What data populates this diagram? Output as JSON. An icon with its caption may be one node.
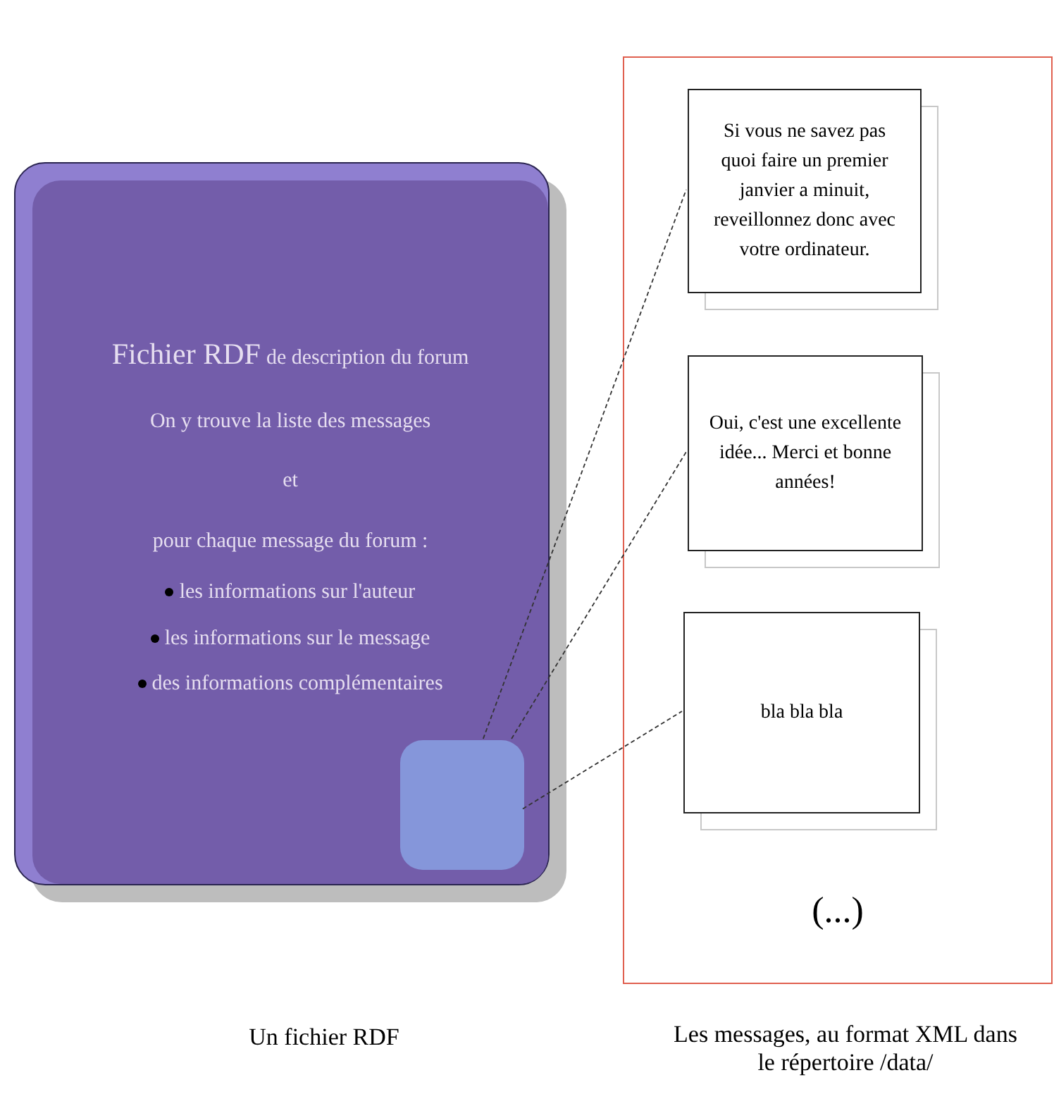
{
  "diagram": {
    "nodes": [
      {
        "text": [
          "Fichier RDF",
          "de description du forum",
          "On y trouve la liste des messages",
          "et",
          "pour chaque message du forum :",
          "les informations sur l'auteur",
          "les informations sur le message",
          "des informations complémentaires"
        ]
      },
      {
        "text": [],
        "shape": "box",
        "in": 0
      },
      {
        "text": [
          "(...)"
        ]
      },
      {
        "text": [
          "Si vous ne savez pas quoi faire un premier janvier a minuit, reveillonnez donc avec votre ordinateur."
        ],
        "in": 2
      },
      {
        "text": [
          "Oui, c'est une excellente idée... Merci et bonne années!"
        ],
        "in": 2
      },
      {
        "text": [
          "bla bla bla"
        ],
        "in": 2
      }
    ],
    "edges": [
      {
        "from": 1,
        "to": 3,
        "arrow": "none",
        "style": "dashed"
      },
      {
        "from": 1,
        "to": 4,
        "arrow": "none",
        "style": "dashed"
      },
      {
        "from": 1,
        "to": 5,
        "arrow": "none",
        "style": "dashed"
      }
    ],
    "labels": [
      "Un fichier RDF",
      "Les messages, au format XML dans le répertoire /data/"
    ]
  }
}
